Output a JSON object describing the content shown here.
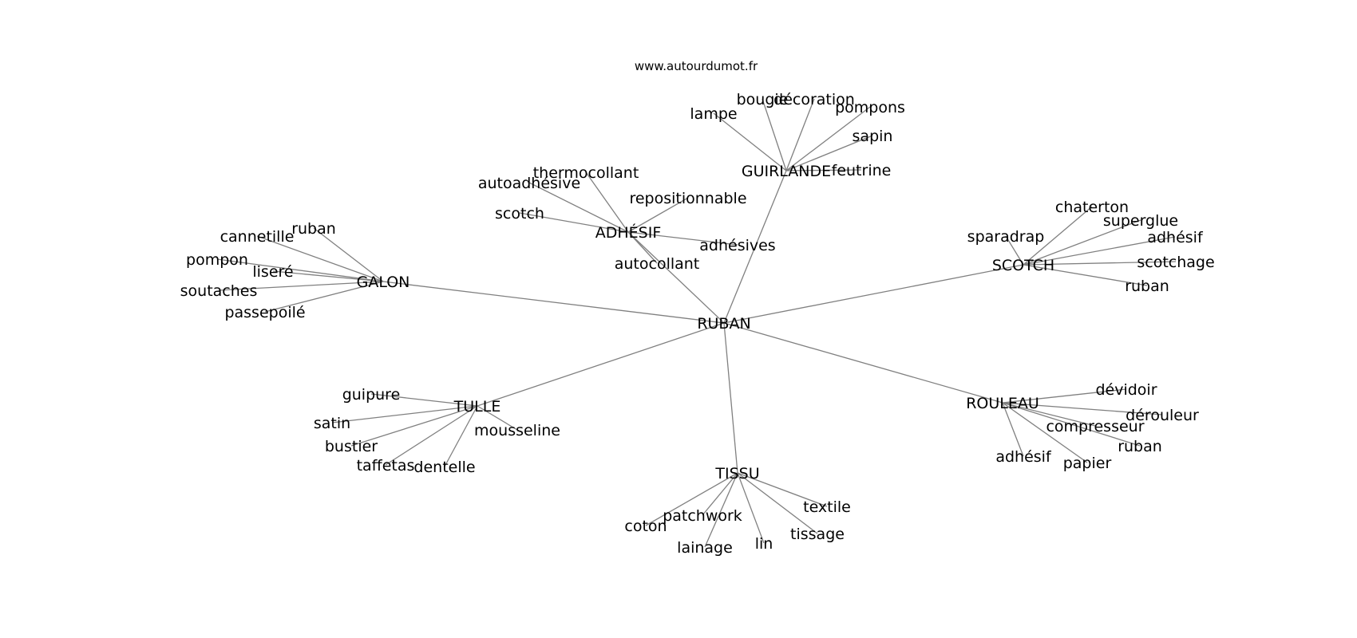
{
  "source": "www.autourdumot.fr",
  "colors": {
    "edge": "#808080",
    "text": "#000000",
    "background": "#ffffff"
  },
  "graph": {
    "root": "RUBAN",
    "hubs": [
      {
        "id": "guirlande",
        "label": "GUIRLANDE",
        "leaves": [
          "lampe",
          "bougie",
          "décoration",
          "pompons",
          "sapin",
          "feutrine"
        ]
      },
      {
        "id": "adhesif",
        "label": "ADHÉSIF",
        "leaves": [
          "thermocollant",
          "autoadhésive",
          "scotch",
          "repositionnable",
          "adhésives",
          "autocollant"
        ]
      },
      {
        "id": "galon",
        "label": "GALON",
        "leaves": [
          "cannetille",
          "ruban",
          "pompon",
          "liseré",
          "soutaches",
          "passepoilé"
        ]
      },
      {
        "id": "scotch",
        "label": "SCOTCH",
        "leaves": [
          "chaterton",
          "superglue",
          "sparadrap",
          "adhésif",
          "scotchage",
          "ruban"
        ]
      },
      {
        "id": "tulle",
        "label": "TULLE",
        "leaves": [
          "guipure",
          "satin",
          "mousseline",
          "bustier",
          "taffetas",
          "dentelle"
        ]
      },
      {
        "id": "rouleau",
        "label": "ROULEAU",
        "leaves": [
          "dévidoir",
          "dérouleur",
          "compresseur",
          "ruban",
          "adhésif",
          "papier"
        ]
      },
      {
        "id": "tissu",
        "label": "TISSU",
        "leaves": [
          "textile",
          "patchwork",
          "coton",
          "tissage",
          "lainage",
          "lin"
        ]
      }
    ]
  }
}
